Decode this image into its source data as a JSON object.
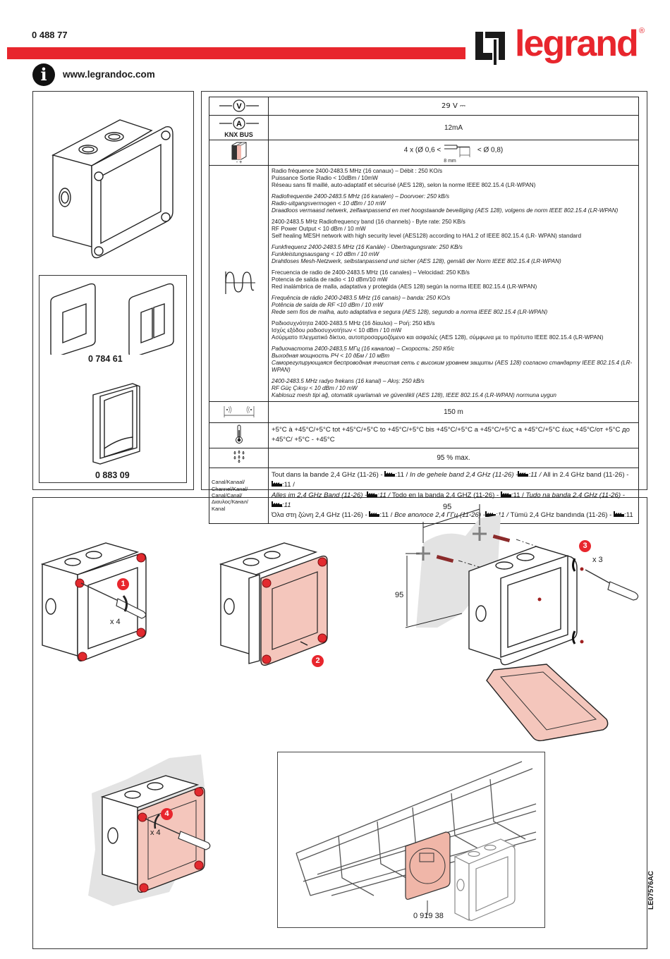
{
  "header": {
    "reference": "0 488 77",
    "brand": "legrand",
    "registered_mark": "®",
    "info_icon": "info-icon",
    "website": "www.legrandoc.com",
    "accent_color": "#e8262d"
  },
  "products": {
    "main_product_icon": "junction-box-icon",
    "compatible": [
      {
        "ref": "0 784 61",
        "icons": [
          "single-switch-icon",
          "double-switch-icon"
        ]
      },
      {
        "ref": "0 883 09",
        "icons": [
          "motion-detector-icon"
        ]
      }
    ]
  },
  "specs": {
    "voltage": {
      "icon": "voltage-icon",
      "symbol": "V",
      "value": "29 V ⎓"
    },
    "current": {
      "icon": "current-icon",
      "symbol": "A",
      "label": "KNX BUS",
      "value": "12mA"
    },
    "wiring": {
      "icon": "terminal-block-icon",
      "polarity": "- +",
      "value_prefix": "4 x (Ø 0,6 <",
      "value_suffix": "< Ø 0,8)",
      "strip_length": "8 mm"
    },
    "radio": {
      "icon": "radio-wave-icon",
      "paragraphs": [
        {
          "italic": false,
          "lines": [
            "Radio fréquence 2400-2483.5 MHz (16 canaux) – Débit : 250 KO/s",
            "Puissance Sortie Radio < 10dBm / 10mW",
            "Réseau sans fil maillé, auto-adaptatif et sécurisé (AES 128), selon la norme IEEE 802.15.4  (LR-WPAN)"
          ]
        },
        {
          "italic": true,
          "lines": [
            "Radiofrequentie 2400-2483.5 MHz (16 kanalen) – Doorvoer: 250 kB/s",
            "Radio-uitgangsvermogen < 10 dBm / 10 mW",
            "Draadloos vermaasd netwerk, zelfaanpassend en met hoogstaande beveiliging (AES 128), volgens de norm IEEE 802.15.4 (LR-WPAN)"
          ]
        },
        {
          "italic": false,
          "lines": [
            "2400-2483.5 MHz Radiofrequency band (16 channels) -  Byte rate: 250 KB/s",
            "RF Power Output < 10 dBm / 10 mW",
            "Self healing MESH network with high security level (AES128) according to HA1.2 of IEEE 802.15.4 (LR- WPAN) standard"
          ]
        },
        {
          "italic": true,
          "lines": [
            "Funkfrequenz 2400-2483.5 MHz (16 Kanäle) - Übertragungsrate: 250 KB/s",
            "Funkleistungsausgang < 10 dBm / 10 mW",
            "Drahtloses Mesh-Netzwerk, selbstanpassend und sicher (AES 128), gemäß der Norm IEEE 802.15.4 (LR-WPAN)"
          ]
        },
        {
          "italic": false,
          "lines": [
            "Frecuencia de radio de 2400-2483.5 MHz (16 canales) – Velocidad: 250 KB/s",
            "Potencia de salida de radio < 10 dBm/10 mW",
            "Red inalámbrica de malla, adaptativa y protegida (AES 128) según la norma IEEE 802.15.4 (LR-WPAN)"
          ]
        },
        {
          "italic": true,
          "lines": [
            "Frequência de rádio 2400-2483.5 MHz (16 canais) – banda: 250 KO/s",
            "Potência de saída de RF <10 dBm / 10 mW",
            "Rede sem fios de malha, auto adaptativa e segura (AES 128), segundo a norma IEEE 802.15.4 (LR-WPAN)"
          ]
        },
        {
          "italic": false,
          "lines": [
            "Ραδιοσυχνότητα 2400-2483.5 MHz (16 δίαυλοι) – Ροή: 250 kB/s",
            "Ισχύς εξόδου ραδιοσυχνοτήτων < 10 dBm / 10 mW",
            "Ασύρματο πλεγματικό δίκτυο, αυτοπροσαρμοζόμενο και ασφαλές (AES 128), σύμφωνα με το πρότυπο IEEE 802.15.4 (LR-WPAN)"
          ]
        },
        {
          "italic": true,
          "lines": [
            "Радиочастота 2400-2483,5 МГц (16 каналов) – Скорость: 250 Кб/с",
            "Выходная мощность РЧ < 10 дБм / 10 мВт",
            "Саморегулирующаяся беспроводная ячеистая сеть с высоким уровнем защиты (AES 128) согласно стандарту IEEE 802.15.4 (LR-WPAN)"
          ]
        },
        {
          "italic": true,
          "lines": [
            "2400-2483.5 MHz radyo frekans (16 kanal) – Akış: 250 kB/s",
            "RF Güç Çıkışı < 10 dBm / 10 mW",
            "Kablosuz mesh tipi ağ, otomatik uyarlamalı ve güvenlikli (AES 128), IEEE 802.15.4 (LR-WPAN) normuna uygun"
          ]
        }
      ]
    },
    "range": {
      "icon": "radio-range-icon",
      "value": "150 m"
    },
    "temperature": {
      "icon": "thermometer-icon",
      "value": "+5°C à +45°C/+5°C tot +45°C/+5°C to +45°C/+5°C bis +45°C/+5°C a +45°C/+5°C a +45°C/+5°C έως +45°C/от +5°C до +45°C/ +5°C - +45°C"
    },
    "humidity": {
      "icon": "humidity-drops-icon",
      "value": "95 % max."
    },
    "channel": {
      "label_lines": [
        "Canal/Kanaal/",
        "Channel/Kanal/",
        "Canal/Canal/",
        "Διαυλος/Канал/",
        "Kanal"
      ],
      "factory_icon": "factory-icon",
      "lines": [
        [
          "Tout dans la bande 2,4 GHz (11-26) - ",
          ":11 / ",
          "In de gehele band 2,4 GHz (11-26) -",
          ":11 / ",
          "All in 2.4 GHz band (11-26) - ",
          ":11 /"
        ],
        [
          "Alles im 2,4 GHz Band (11-26) -",
          ":11 / ",
          "Todo en la banda 2,4 GHZ (11-26) - ",
          ":11 / ",
          "Tudo na banda 2,4 GHz (11-26) - ",
          ":11"
        ],
        [
          "Όλα στη ζώνη 2,4 GHz (11-26) - ",
          ":11 / ",
          "Все вполосе 2,4 ГГц (11-26) -",
          ":11 / ",
          "Tümü 2,4 GHz bandında (11-26) - ",
          ":11"
        ]
      ]
    }
  },
  "installation": {
    "steps": [
      {
        "number": "1",
        "note": "x 4",
        "action": "unscrew-cover"
      },
      {
        "number": "2",
        "note": "",
        "action": "remove-cover"
      },
      {
        "number": "3",
        "note": "x 3",
        "action": "wall-mount"
      },
      {
        "number": "4",
        "note": "x 4",
        "action": "screw-cover"
      }
    ],
    "dimensions": {
      "horizontal": "95",
      "vertical": "95"
    },
    "accessory_ref": "0 919 38"
  },
  "footer": {
    "doc_code": "LE07576AC"
  }
}
